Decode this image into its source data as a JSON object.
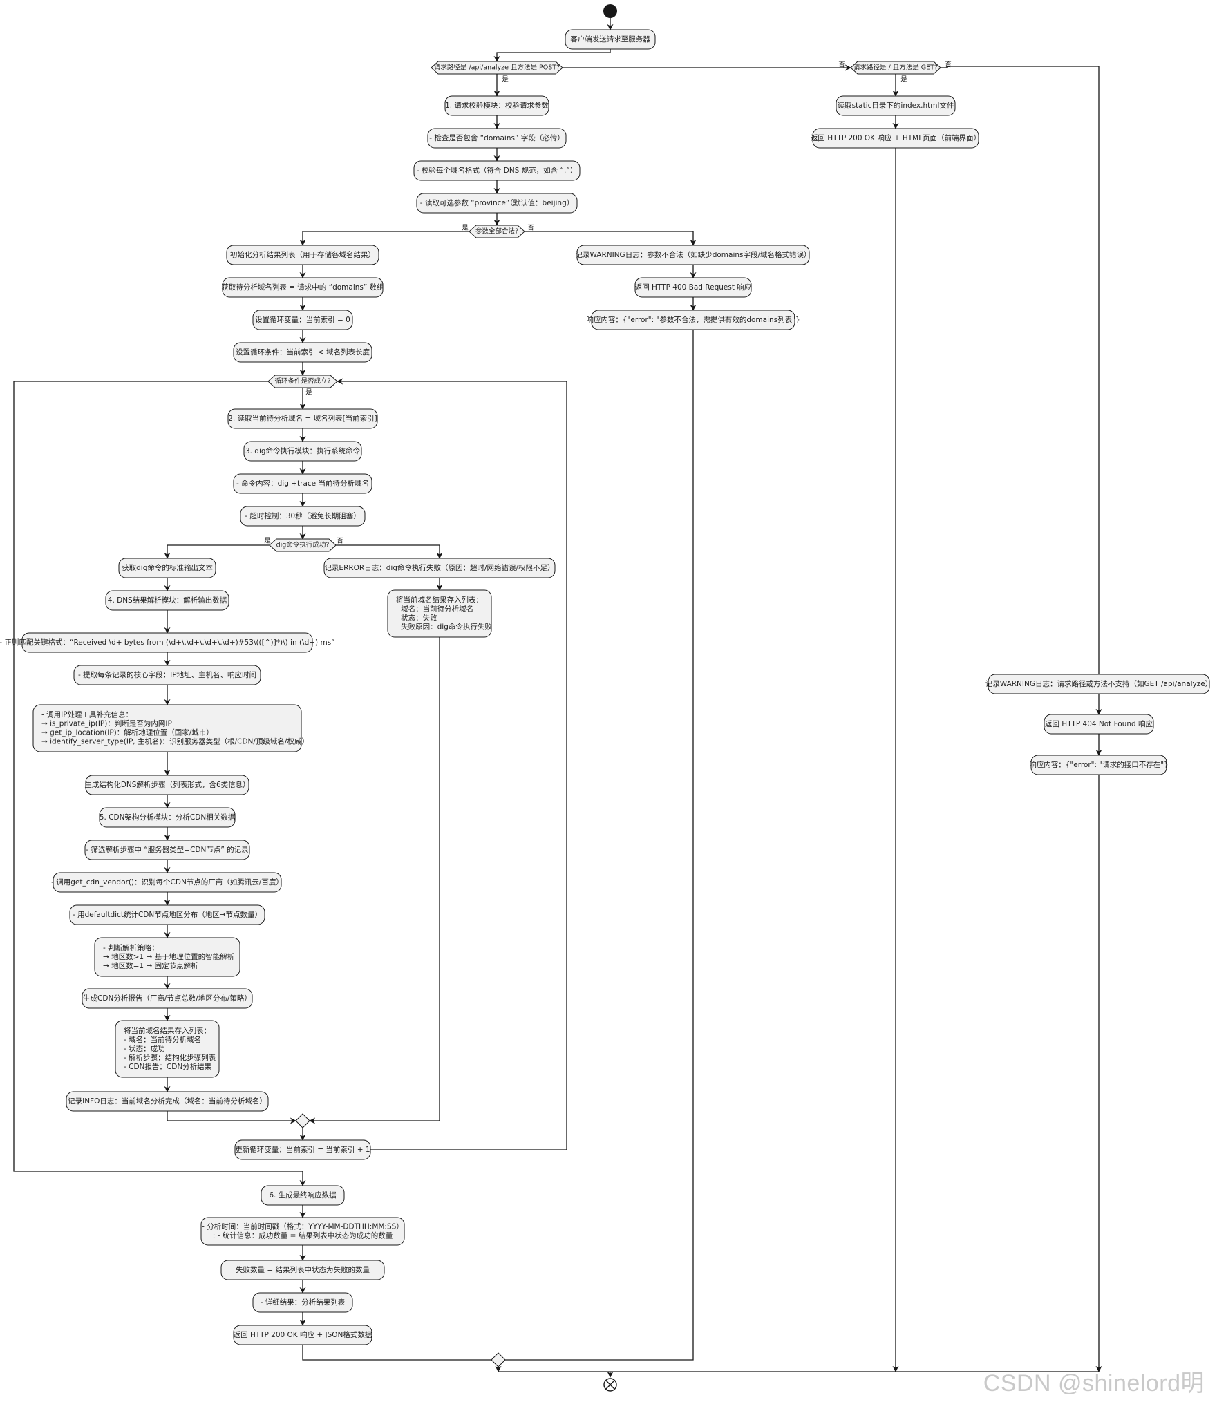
{
  "diagram": {
    "activities": {
      "client_send": "客户端发送请求至服务器",
      "validate_module": "1. 请求校验模块：校验请求参数",
      "check_domains": "- 检查是否包含 “domains” 字段（必传）",
      "check_format": "- 校验每个域名格式（符合 DNS 规范，如含 “.”）",
      "read_province": "- 读取可选参数 “province”（默认值：beijing）",
      "read_index": "读取static目录下的index.html文件",
      "return_200_html": "返回 HTTP 200 OK 响应 + HTML页面（前端界面）",
      "init_results": "初始化分析结果列表（用于存储各域名结果）",
      "get_domain_list": "获取待分析域名列表 = 请求中的 “domains” 数组",
      "set_index": "设置循环变量：当前索引 = 0",
      "set_condition": "设置循环条件：当前索引 < 域名列表长度",
      "warn_invalid": "记录WARNING日志：参数不合法（如缺少domains字段/域名格式错误）",
      "return_400": "返回 HTTP 400 Bad Request 响应",
      "resp_400": "响应内容：{\"error\": \"参数不合法，需提供有效的domains列表\"}",
      "read_domain": "2. 读取当前待分析域名 = 域名列表[当前索引]",
      "dig_module": "3. dig命令执行模块：执行系统命令",
      "dig_cmd": "- 命令内容：dig +trace 当前待分析域名",
      "dig_timeout": "- 超时控制：30秒（避免长期阻塞）",
      "get_stdout": "获取dig命令的标准输出文本",
      "dns_module": "4. DNS结果解析模块：解析输出数据",
      "regex": "- 正则匹配关键格式：“Received \\d+ bytes from (\\d+\\.\\d+\\.\\d+\\.\\d+)#53\\(([^)]*)\\) in (\\d+) ms”",
      "extract_fields": "- 提取每条记录的核心字段：IP地址、主机名、响应时间",
      "ip_tools": [
        "- 调用IP处理工具补充信息：",
        "   → is_private_ip(IP)：判断是否为内网IP",
        "   → get_ip_location(IP)：解析地理位置（国家/城市）",
        "   → identify_server_type(IP, 主机名)：识别服务器类型（根/CDN/顶级域名/权威）"
      ],
      "gen_steps": "生成结构化DNS解析步骤（列表形式，含6类信息）",
      "cdn_module": "5. CDN架构分析模块：分析CDN相关数据",
      "filter_cdn": "- 筛选解析步骤中 “服务器类型=CDN节点” 的记录",
      "cdn_vendor": "- 调用get_cdn_vendor()：识别每个CDN节点的厂商（如腾讯云/百度）",
      "defaultdict": "- 用defaultdict统计CDN节点地区分布（地区→节点数量）",
      "strategy": [
        "- 判断解析策略：",
        "   → 地区数>1 → 基于地理位置的智能解析",
        "   → 地区数=1 → 固定节点解析"
      ],
      "cdn_report": "生成CDN分析报告（厂商/节点总数/地区分布/策略）",
      "store_success": [
        "将当前域名结果存入列表：",
        "  - 域名：当前待分析域名",
        "  - 状态：成功",
        "  - 解析步骤：结构化步骤列表",
        "  - CDN报告：CDN分析结果"
      ],
      "info_log": "记录INFO日志：当前域名分析完成（域名：当前待分析域名）",
      "error_log": "记录ERROR日志：dig命令执行失败（原因：超时/网络错误/权限不足）",
      "store_fail": [
        "将当前域名结果存入列表：",
        "  - 域名：当前待分析域名",
        "  - 状态：失败",
        "  - 失败原因：dig命令执行失败"
      ],
      "update_index": "更新循环变量：当前索引 = 当前索引 + 1",
      "final_module": "6. 生成最终响应数据",
      "stats": [
        "  - 分析时间：当前时间戳（格式：YYYY-MM-DDTHH:MM:SS）",
        ": - 统计信息：成功数量 = 结果列表中状态为成功的数量"
      ],
      "fail_count": "        失败数量 = 结果列表中状态为失败的数量",
      "details": "  - 详细结果：分析结果列表",
      "return_200_json": "返回 HTTP 200 OK 响应 + JSON格式数据",
      "warn_unsupported": "记录WARNING日志：请求路径或方法不支持（如GET /api/analyze）",
      "return_404": "返回 HTTP 404 Not Found 响应",
      "resp_404": "响应内容：{\"error\": \"请求的接口不存在\"}"
    },
    "decisions": {
      "post": "请求路径是 /api/analyze 且方法是 POST?",
      "get": "请求路径是 / 且方法是 GET?",
      "valid": "参数全部合法?",
      "loop": "循环条件是否成立?",
      "dig_ok": "dig命令执行成功?"
    },
    "labels": {
      "yes": "是",
      "no": "否"
    }
  },
  "watermark": "CSDN @shinelord明"
}
